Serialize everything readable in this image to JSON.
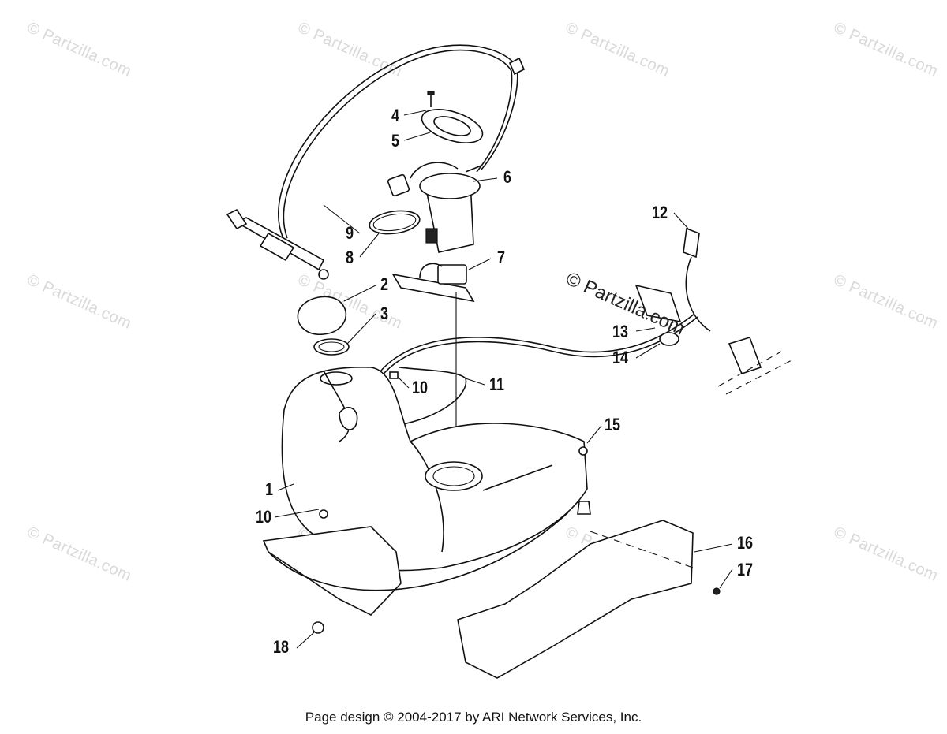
{
  "watermark": "© Partzilla.com",
  "watermark_prominent": "© Partzilla.com",
  "footer": "Page design © 2004-2017 by ARI Network Services, Inc.",
  "callouts": {
    "c1": "1",
    "c2": "2",
    "c3": "3",
    "c4": "4",
    "c5": "5",
    "c6": "6",
    "c7": "7",
    "c8": "8",
    "c9": "9",
    "c10a": "10",
    "c10b": "10",
    "c11": "11",
    "c12": "12",
    "c13": "13",
    "c14": "14",
    "c15": "15",
    "c16": "16",
    "c17": "17",
    "c18": "18"
  }
}
